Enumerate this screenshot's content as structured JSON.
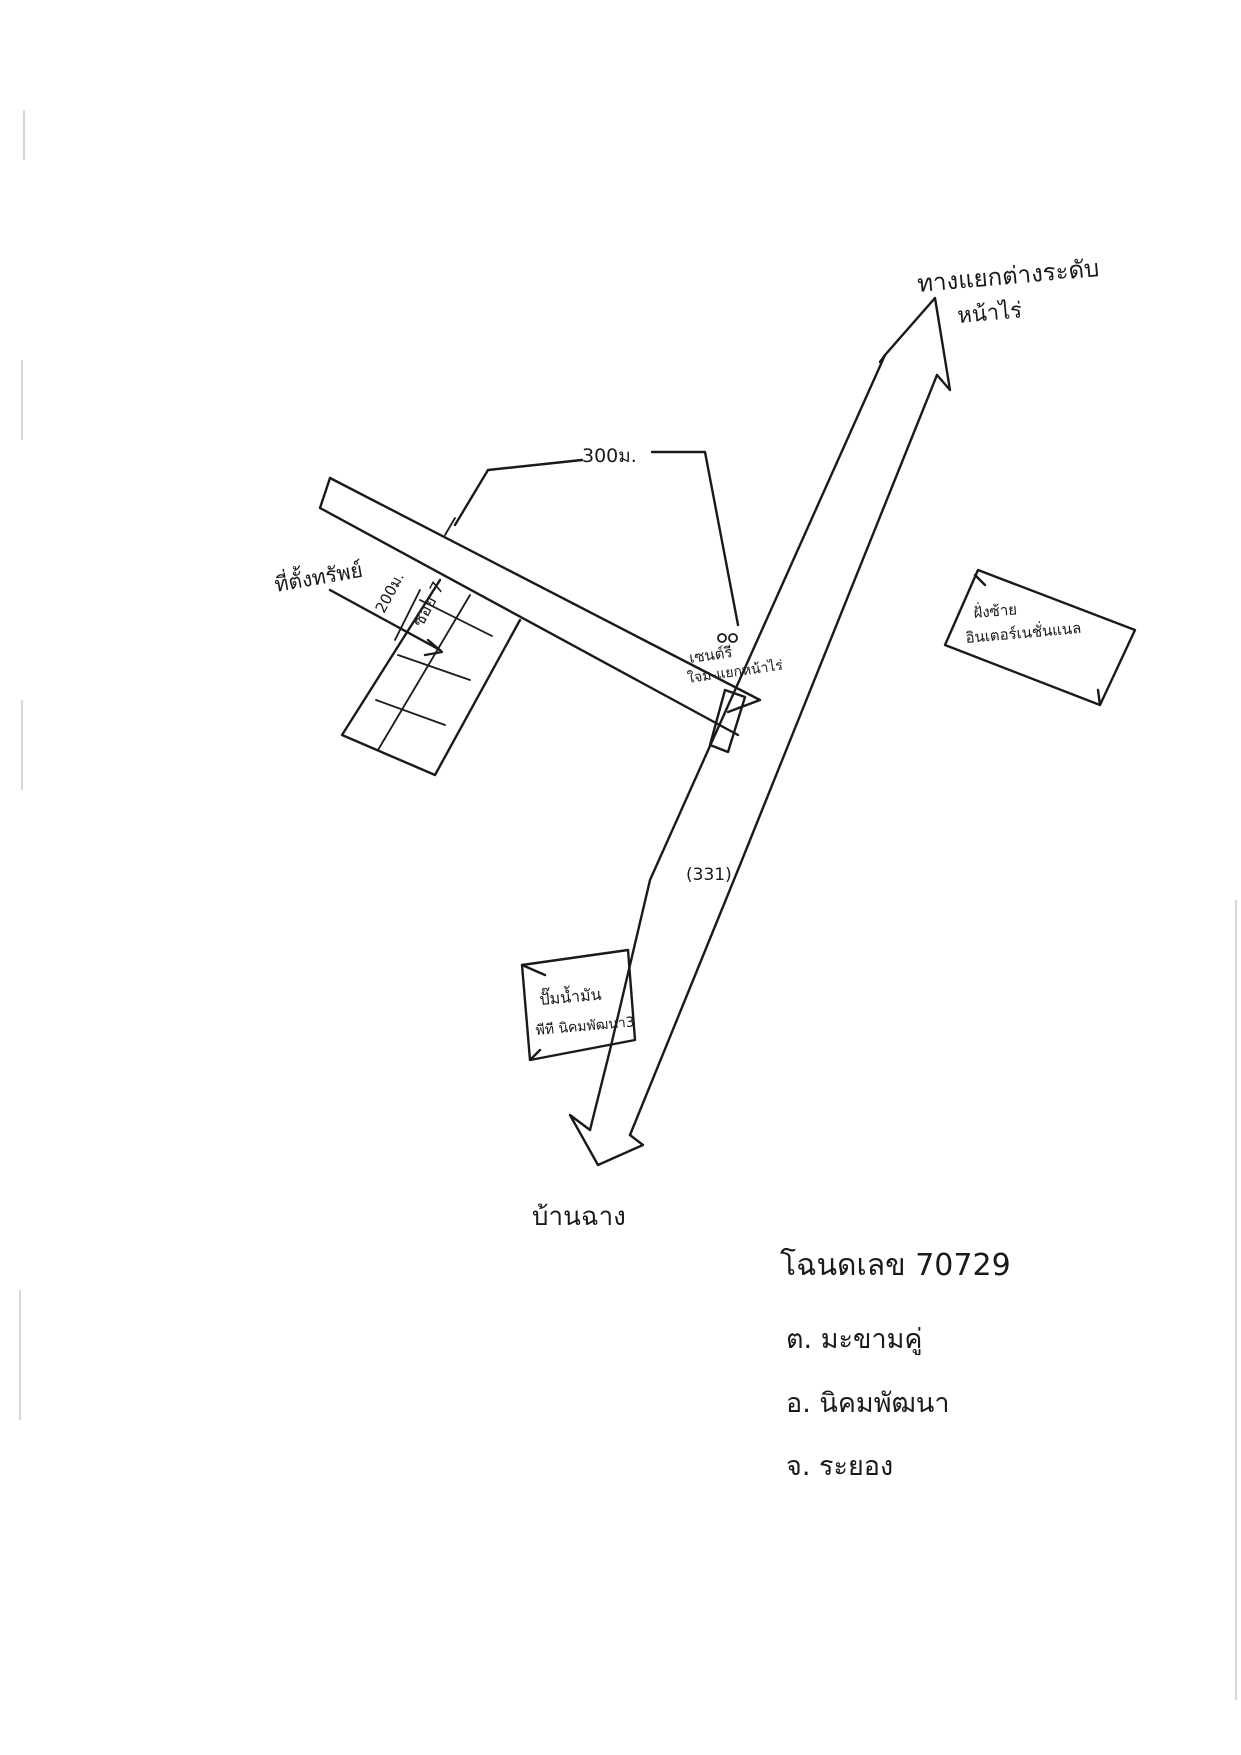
{
  "labels": {
    "north_destination": [
      "ทางแยกต่างระดับ",
      "หน้าไร่"
    ],
    "distance_arrow": "300ม.",
    "property": "ที่ตั้งทรัพย์",
    "property_distance": "200ม.",
    "soi": "ซอย 7",
    "junction": [
      "เซนต์รี",
      "ใจม-แยกหน้าไร่"
    ],
    "highway": "(331)",
    "landmark_east": [
      "ฝั่งซ้าย",
      "อินเตอร์เนชั่นแนล"
    ],
    "landmark_south": [
      "ปั๊มน้ำมัน",
      "พีที นิคมพัฒนา3"
    ],
    "south_destination": "บ้านฉาง"
  },
  "location": {
    "title_deed": "โฉนดเลข 70729",
    "subdistrict": "ต. มะขามคู่",
    "district": "อ. นิคมพัฒนา",
    "province": "จ. ระยอง"
  },
  "colors": {
    "ink": "#1a1a1a",
    "paper": "#ffffff"
  }
}
